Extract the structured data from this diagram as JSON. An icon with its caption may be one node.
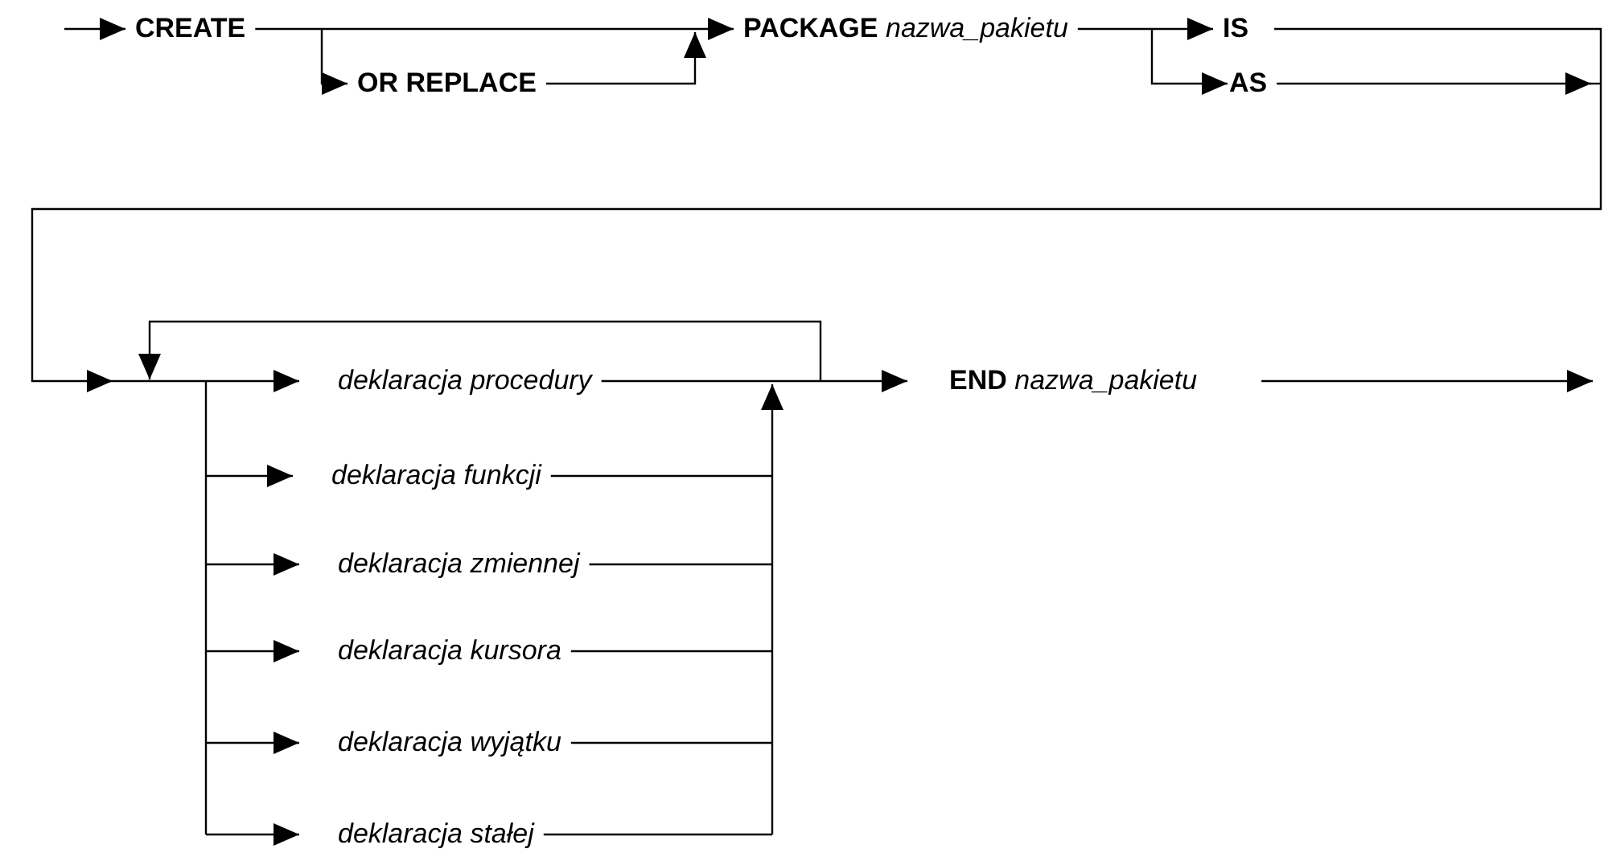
{
  "diagram": {
    "nodes": [
      {
        "text": [
          "CREATE"
        ]
      },
      {
        "text": [
          "OR REPLACE"
        ]
      },
      {
        "text": [
          "**PACKAGE** *nazwa_pakietu*"
        ]
      },
      {
        "text": [
          "IS"
        ]
      },
      {
        "text": [
          "AS"
        ]
      },
      {
        "text": [
          "deklaracja procedury"
        ]
      },
      {
        "text": [
          "deklaracja funkcji"
        ]
      },
      {
        "text": [
          "deklaracja zmiennej"
        ]
      },
      {
        "text": [
          "deklaracja kursora"
        ]
      },
      {
        "text": [
          "deklaracja wyjątku"
        ]
      },
      {
        "text": [
          "deklaracja stałej"
        ]
      },
      {
        "text": [
          "**END** *nazwa_pakietu*"
        ]
      }
    ],
    "edges": [
      {
        "from": null,
        "to": 0,
        "arrow": "to"
      },
      {
        "from": 0,
        "to": 2,
        "arrow": "to"
      },
      {
        "from": 0,
        "to": 1,
        "arrow": "to"
      },
      {
        "from": 1,
        "to": 2,
        "arrow": "to"
      },
      {
        "from": 2,
        "to": 3,
        "arrow": "to"
      },
      {
        "from": 2,
        "to": 4,
        "arrow": "to"
      },
      {
        "from": 3,
        "to": 5,
        "arrow": "to"
      },
      {
        "from": 3,
        "to": 6,
        "arrow": "to"
      },
      {
        "from": 3,
        "to": 7,
        "arrow": "to"
      },
      {
        "from": 3,
        "to": 8,
        "arrow": "to"
      },
      {
        "from": 3,
        "to": 9,
        "arrow": "to"
      },
      {
        "from": 3,
        "to": 10,
        "arrow": "to"
      },
      {
        "from": 4,
        "to": 5,
        "arrow": "to"
      },
      {
        "from": 4,
        "to": 6,
        "arrow": "to"
      },
      {
        "from": 4,
        "to": 7,
        "arrow": "to"
      },
      {
        "from": 4,
        "to": 8,
        "arrow": "to"
      },
      {
        "from": 4,
        "to": 9,
        "arrow": "to"
      },
      {
        "from": 4,
        "to": 10,
        "arrow": "to"
      },
      {
        "from": 5,
        "to": 11,
        "arrow": "to"
      },
      {
        "from": 6,
        "to": 11,
        "arrow": "to"
      },
      {
        "from": 7,
        "to": 11,
        "arrow": "to"
      },
      {
        "from": 8,
        "to": 11,
        "arrow": "to"
      },
      {
        "from": 9,
        "to": 11,
        "arrow": "to"
      },
      {
        "from": 10,
        "to": 11,
        "arrow": "to"
      },
      {
        "from": 5,
        "to": 5,
        "arrow": "to"
      },
      {
        "from": 5,
        "to": 6,
        "arrow": "to"
      },
      {
        "from": 5,
        "to": 7,
        "arrow": "to"
      },
      {
        "from": 5,
        "to": 8,
        "arrow": "to"
      },
      {
        "from": 5,
        "to": 9,
        "arrow": "to"
      },
      {
        "from": 5,
        "to": 10,
        "arrow": "to"
      },
      {
        "from": 6,
        "to": 6,
        "arrow": "to"
      },
      {
        "from": 6,
        "to": 7,
        "arrow": "to"
      },
      {
        "from": 6,
        "to": 8,
        "arrow": "to"
      },
      {
        "from": 6,
        "to": 9,
        "arrow": "to"
      },
      {
        "from": 6,
        "to": 10,
        "arrow": "to"
      },
      {
        "from": 7,
        "to": 7,
        "arrow": "to"
      },
      {
        "from": 7,
        "to": 8,
        "arrow": "to"
      },
      {
        "from": 7,
        "to": 9,
        "arrow": "to"
      },
      {
        "from": 7,
        "to": 10,
        "arrow": "to"
      },
      {
        "from": 8,
        "to": 8,
        "arrow": "to"
      },
      {
        "from": 8,
        "to": 9,
        "arrow": "to"
      },
      {
        "from": 8,
        "to": 10,
        "arrow": "to"
      },
      {
        "from": 9,
        "to": 9,
        "arrow": "to"
      },
      {
        "from": 9,
        "to": 10,
        "arrow": "to"
      },
      {
        "from": 10,
        "to": 10,
        "arrow": "to"
      },
      {
        "from": 11,
        "to": null,
        "arrow": "to"
      }
    ]
  }
}
